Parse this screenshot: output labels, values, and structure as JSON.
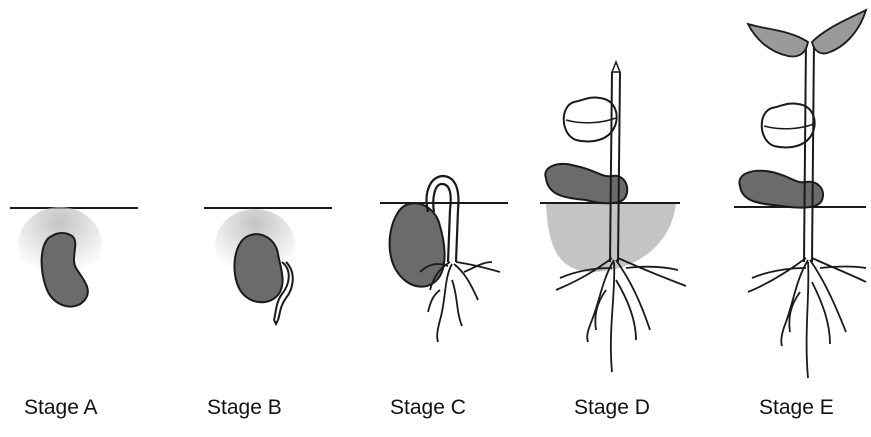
{
  "stages": [
    {
      "id": "a",
      "label": "Stage A"
    },
    {
      "id": "b",
      "label": "Stage B"
    },
    {
      "id": "c",
      "label": "Stage C"
    },
    {
      "id": "d",
      "label": "Stage D"
    },
    {
      "id": "e",
      "label": "Stage E"
    }
  ],
  "colors": {
    "seed": "#6b6b6b",
    "cotyledon": "#7a7a7a",
    "soil_shade": "#c4c4c4",
    "line": "#1a1a1a"
  }
}
